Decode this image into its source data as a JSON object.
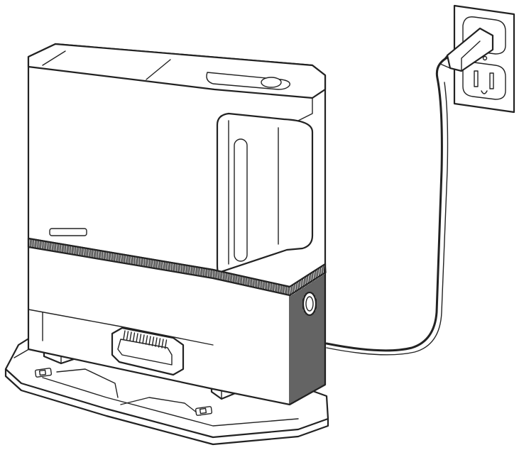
{
  "illustration": {
    "subject": "",
    "colors": {
      "line": "#222222",
      "background": "#ffffff"
    },
    "parts": [
      "docking-station",
      "dust-bin-lid",
      "side-water-tank",
      "grip-band",
      "vent-grille",
      "base-ramp",
      "charging-contacts",
      "wall-outlet",
      "power-plug",
      "power-cord"
    ]
  }
}
